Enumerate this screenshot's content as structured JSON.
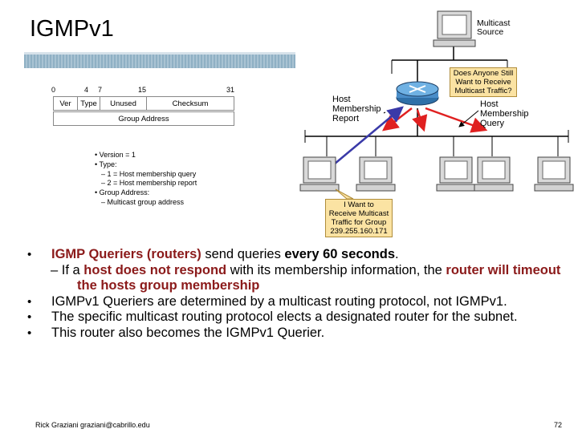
{
  "title": "IGMPv1",
  "packet": {
    "bits": [
      "0",
      "4",
      "7",
      "15",
      "31"
    ],
    "fields": [
      "Ver",
      "Type",
      "Unused",
      "Checksum"
    ],
    "group_field": "Group Address"
  },
  "legend": [
    "• Version = 1",
    "• Type:",
    "– 1 = Host membership query",
    "– 2 = Host membership report",
    "• Group Address:",
    "– Multicast group address"
  ],
  "diagram": {
    "multicast_source": [
      "Multicast",
      "Source"
    ],
    "callout_query": [
      "Does Anyone Still",
      "Want to Receive",
      "Multicast Traffic?"
    ],
    "host_report": [
      "Host",
      "Membership",
      "Report"
    ],
    "host_query": [
      "Host",
      "Membership",
      "Query"
    ],
    "callout_report": [
      "I Want to",
      "Receive Multicast",
      "Traffic for Group",
      "239.255.160.171"
    ]
  },
  "bullets": {
    "b1_p1": "IGMP Queriers (routers)",
    "b1_p2": " send queries ",
    "b1_p3": "every 60 seconds",
    "b1_p4": ".",
    "s1_p1": "– If a ",
    "s1_p2": "host does not respond",
    "s1_p3": " with its membership information, the ",
    "s1_p4": "router will timeout the hosts group membership",
    "b2": "IGMPv1 Queriers are determined by a multicast routing protocol, not IGMPv1.",
    "b3": "The specific multicast routing protocol elects a designated router for the subnet.",
    "b4": "This router also becomes the IGMPv1 Querier."
  },
  "footer": {
    "left": "Rick Graziani  graziani@cabrillo.edu",
    "right": "72"
  },
  "colors": {
    "emphasis": "#8b1a1a",
    "callout": "#fbe3a3",
    "report_arrow": "#3a3aa8",
    "query_arrow": "#e02020"
  }
}
